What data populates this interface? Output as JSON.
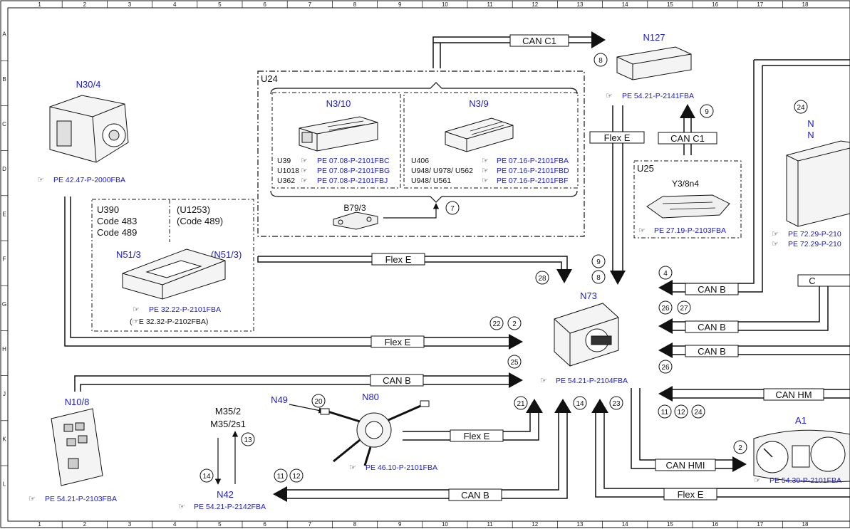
{
  "grid": {
    "cols": [
      "1",
      "2",
      "3",
      "4",
      "5",
      "6",
      "7",
      "8",
      "9",
      "10",
      "11",
      "12",
      "13",
      "14",
      "15",
      "16",
      "17",
      "18"
    ],
    "rows": [
      "A",
      "B",
      "C",
      "D",
      "E",
      "F",
      "G",
      "H",
      "J",
      "K",
      "L"
    ]
  },
  "icons": {
    "ref_glyph": "☞",
    "ref_icon": "pointing-hand-icon"
  },
  "components": {
    "n30_4": {
      "label": "N30/4",
      "ref": "PE 42.47-P-2000FBA"
    },
    "u24": {
      "label": "U24"
    },
    "n3_10": {
      "label": "N3/10",
      "codes": [
        "U39",
        "U1018",
        "U362"
      ],
      "refs": [
        "PE 07.08-P-2101FBC",
        "PE 07.08-P-2101FBG",
        "PE 07.08-P-2101FBJ"
      ]
    },
    "n3_9": {
      "label": "N3/9",
      "codes": [
        "U406",
        "U948/  U978/  U562",
        "U948/  U561"
      ],
      "refs": [
        "PE 07.16-P-2101FBA",
        "PE 07.16-P-2101FBD",
        "PE 07.16-P-2101FBF"
      ]
    },
    "b79_3": {
      "label": "B79/3"
    },
    "n127": {
      "label": "N127",
      "ref": "PE 54.21-P-2141FBA"
    },
    "u25": {
      "label": "U25"
    },
    "y3_8n4": {
      "label": "Y3/8n4",
      "ref": "PE 27.19-P-2103FBA"
    },
    "n_right": {
      "label1": "N",
      "label2": "N",
      "refs": [
        "PE 72.29-P-210",
        "PE 72.29-P-210"
      ]
    },
    "n51_3": {
      "codes_left": [
        "U390",
        "Code 483",
        "Code 489"
      ],
      "codes_right": [
        "(U1253)",
        "(Code 489)"
      ],
      "label": "N51/3",
      "label_alt": "(N51/3)",
      "ref": "PE 32.22-P-2101FBA",
      "ref2": "(☞E 32.32-P-2102FBA)"
    },
    "n73": {
      "label": "N73",
      "ref": "PE 54.21-P-2104FBA"
    },
    "n10_8": {
      "label": "N10/8",
      "ref": "PE 54.21-P-2103FBA"
    },
    "m35": {
      "label1": "M35/2",
      "label2": "M35/2s1"
    },
    "n42": {
      "label": "N42",
      "ref": "PE 54.21-P-2142FBA"
    },
    "n49": {
      "label": "N49"
    },
    "n80": {
      "label": "N80",
      "ref": "PE 46.10-P-2101FBA"
    },
    "a1": {
      "label": "A1",
      "ref": "PE 54.30-P-2101FBA"
    }
  },
  "buses": {
    "can_c1_top": "CAN C1",
    "flex_e_vert": "Flex E",
    "can_c1_mid": "CAN C1",
    "flex_e_row_f": "Flex E",
    "flex_e_row_h": "Flex E",
    "can_b_row_j": "CAN B",
    "can_b_g": "CAN B",
    "c_box": "C",
    "can_b_h1": "CAN B",
    "can_b_h2": "CAN B",
    "can_hm": "CAN HM",
    "flex_e_n80": "Flex E",
    "can_hmi": "CAN HMI",
    "can_b_bottom": "CAN B",
    "flex_e_bottom": "Flex E"
  },
  "circles": {
    "c8_top": "8",
    "c9_top": "9",
    "c24": "24",
    "c7": "7",
    "c9_mid": "9",
    "c8_mid": "8",
    "c28": "28",
    "c4": "4",
    "c26a": "26",
    "c27": "27",
    "c22": "22",
    "c2a": "2",
    "c25": "25",
    "c26b": "26",
    "c21": "21",
    "c14a": "14",
    "c23": "23",
    "c11a": "11",
    "c12a": "12",
    "c24b": "24",
    "c20": "20",
    "c13": "13",
    "c14b": "14",
    "c11b": "11",
    "c12b": "12",
    "c2b": "2"
  }
}
